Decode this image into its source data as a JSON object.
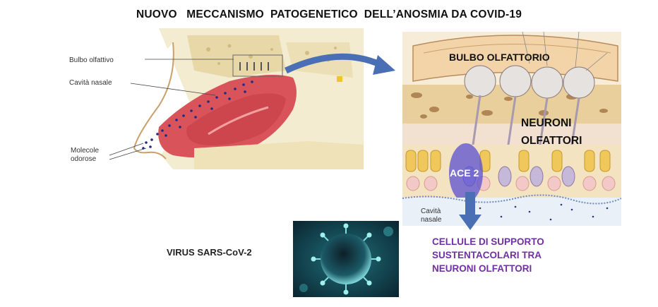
{
  "title": "NUOVO   MECCANISMO  PATOGENETICO  DELL’ANOSMIA DA COVID-19",
  "left_panel": {
    "labels": {
      "bulbo": "Bulbo olfattivo",
      "cavita": "Cavità nasale",
      "molecole_line1": "Molecole",
      "molecole_line2": "odorose"
    }
  },
  "right_panel": {
    "bulbo_label": "BULBO OLFATTORIO",
    "neuroni_line1": "NEURONI",
    "neuroni_line2": "OLFATTORI",
    "ace2_label": "ACE 2",
    "cavita_line1": "Cavità",
    "cavita_line2": "nasale"
  },
  "virus_label": "VIRUS SARS-CoV-2",
  "support_cells": {
    "line1": "CELLULE  DI SUPPORTO",
    "line2": "SUSTENTACOLARI TRA",
    "line3": "NEURONI OLFATTORI"
  },
  "colors": {
    "support_text": "#7030a0",
    "arrow": "#4a6fb5",
    "ace2_glow": "#5a4fd0",
    "nasal_mucosa": "#d9545a"
  }
}
